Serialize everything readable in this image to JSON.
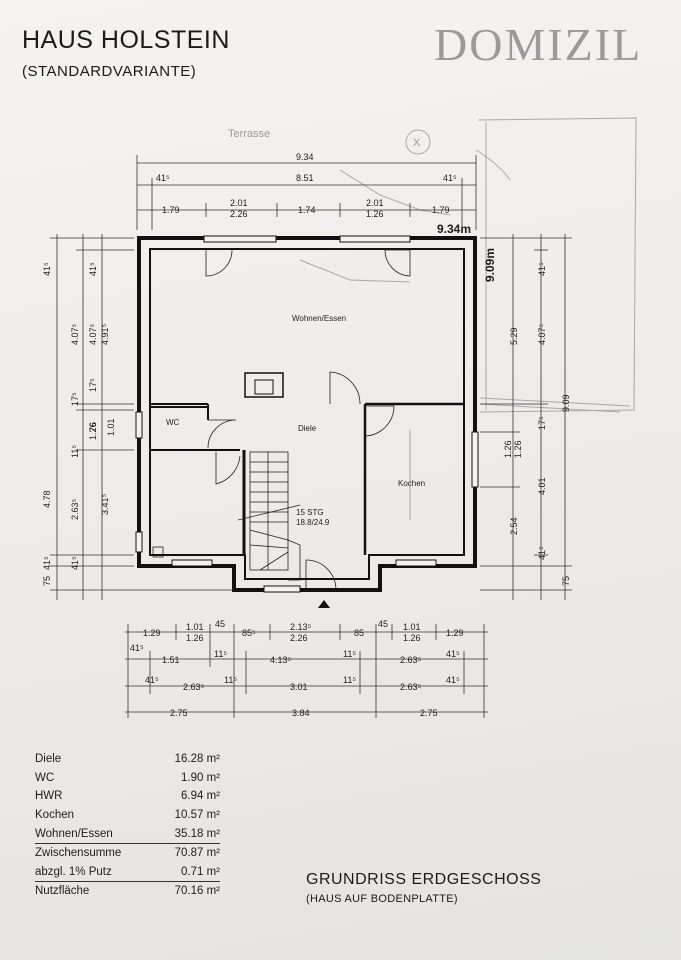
{
  "header": {
    "title": "HAUS HOLSTEIN",
    "subtitle": "(STANDARDVARIANTE)",
    "brand": "DOMIZIL"
  },
  "plan": {
    "rooms": {
      "wohnen": "Wohnen/Essen",
      "wc": "WC",
      "diele": "Diele",
      "kochen": "Kochen",
      "stair_1": "15 STG",
      "stair_2": "18.8/24.9"
    },
    "pencil": {
      "terrasse": "Terrasse",
      "circle": "X",
      "width": "9.34m",
      "height": "9.09m"
    },
    "dims_top": {
      "r1": "9.34",
      "r2_left": "41⁵",
      "r2_mid": "8.51",
      "r2_right": "41⁵",
      "r3_a": "1.79",
      "r3_b1": "2.01",
      "r3_b2": "2.26",
      "r3_c": "1.74",
      "r3_d1": "2.01",
      "r3_d2": "1.26",
      "r3_e": "1.79"
    },
    "dims_left": {
      "o1": "41⁵",
      "o2": "4.78",
      "o3": "41⁵",
      "o4": "75",
      "m1": "4.07⁵",
      "m2": "17⁵",
      "m3": "11⁵",
      "m4": "2.63⁵",
      "m5": "41⁵",
      "i1": "41⁵",
      "i2": "4.07⁵",
      "i3": "17⁵",
      "i4": "1.26",
      "i5": "76",
      "j1": "4.91⁵",
      "j2": "1.01",
      "j3": "3.41⁵"
    },
    "dims_right": {
      "a1": "5.29",
      "a2": "1.26",
      "a3": "1.26",
      "a4": "2.54",
      "b1": "41⁵",
      "b2": "4.07⁵",
      "b3": "17⁵",
      "b4": "4.01",
      "b5": "41⁵",
      "c1": "9.09",
      "c2": "75"
    },
    "dims_bottom": {
      "r1": [
        "1.29",
        "1.01",
        "1.26",
        "45",
        "85⁵",
        "2.13⁵",
        "2.26",
        "85",
        "45",
        "1.01",
        "1.26",
        "1.29"
      ],
      "r2": [
        "41⁵",
        "1.51",
        "11⁵",
        "4.13⁵",
        "11⁵",
        "2.63⁵",
        "41⁵"
      ],
      "r3": [
        "41⁵",
        "2.63⁵",
        "11⁵",
        "3.01",
        "11⁵",
        "2.63⁵",
        "41⁵"
      ],
      "r4": [
        "2.75",
        "3.84",
        "2.75"
      ]
    }
  },
  "areas": [
    {
      "name": "Diele",
      "value": "16.28 m²"
    },
    {
      "name": "WC",
      "value": "1.90 m²"
    },
    {
      "name": "HWR",
      "value": "6.94 m²"
    },
    {
      "name": "Kochen",
      "value": "10.57 m²"
    },
    {
      "name": "Wohnen/Essen",
      "value": "35.18 m²"
    },
    {
      "name": "Zwischensumme",
      "value": "70.87 m²"
    },
    {
      "name": "abzgl. 1% Putz",
      "value": "0.71 m²"
    },
    {
      "name": "Nutzfläche",
      "value": "70.16 m²"
    }
  ],
  "footer": {
    "title": "GRUNDRISS ERDGESCHOSS",
    "subtitle": "(HAUS AUF BODENPLATTE)"
  }
}
